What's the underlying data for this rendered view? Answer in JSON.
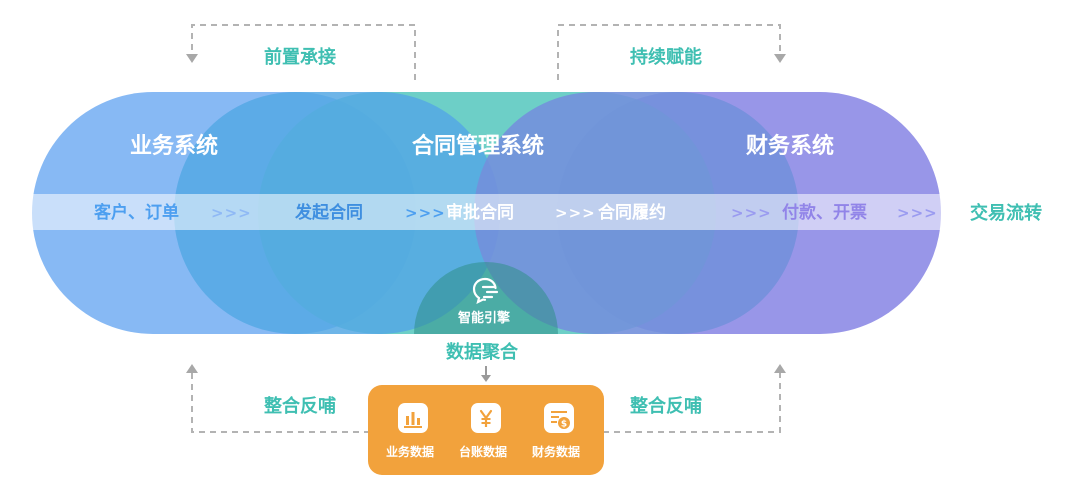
{
  "top": {
    "left_label": "前置承接",
    "right_label": "持续赋能"
  },
  "systems": {
    "business": "业务系统",
    "contract": "合同管理系统",
    "finance": "财务系统"
  },
  "flow": {
    "step1": "客户、订单",
    "step2": "发起合同",
    "step3": "审批合同",
    "step4": "合同履约",
    "step5": "付款、开票",
    "arrow": ">>>",
    "end_label": "交易流转"
  },
  "engine": {
    "label": "智能引擎",
    "icon": "engine-icon"
  },
  "aggregate": {
    "label": "数据聚合"
  },
  "bottom": {
    "left_label": "整合反哺",
    "right_label": "整合反哺"
  },
  "data_box": {
    "items": [
      {
        "label": "业务数据",
        "icon": "bar-chart-icon"
      },
      {
        "label": "台账数据",
        "icon": "yen-icon"
      },
      {
        "label": "财务数据",
        "icon": "finance-coin-icon"
      }
    ]
  },
  "colors": {
    "business": "#7db3f3",
    "contract": "#4dc5bb",
    "finance": "#9391e8",
    "accent_teal": "#3fbfb2",
    "data_box": "#f2a23c"
  }
}
